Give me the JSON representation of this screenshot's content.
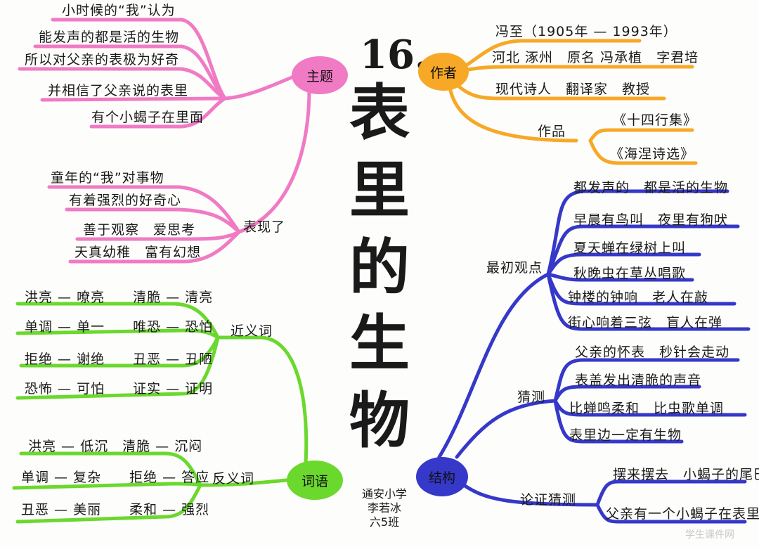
{
  "title": {
    "number": "16.",
    "chars": [
      "表",
      "里",
      "的",
      "生",
      "物"
    ]
  },
  "signature": {
    "school": "通安小学",
    "name": "李若冰",
    "class": "六5班"
  },
  "watermark": "学生课件网",
  "colors": {
    "theme": "#f07ac4",
    "author": "#f7a827",
    "structure": "#3538c9",
    "words": "#6bd82e"
  },
  "theme": {
    "label": "主题",
    "items": [
      "小时候的“我”认为",
      "能发声的都是活的生物",
      "所以对父亲的表极为好奇",
      "并相信了父亲说的表里",
      "有个小蝎子在里面"
    ]
  },
  "expression": {
    "label": "表现了",
    "items": [
      "童年的“我”对事物",
      "有着强烈的好奇心",
      "善于观察　爱思考",
      "天真幼稚　富有幻想"
    ]
  },
  "author": {
    "label": "作者",
    "items": [
      "冯至（1905年 — 1993年）",
      "河北 涿州　原名 冯承植　字君培",
      "现代诗人　翻译家　教授"
    ],
    "works_label": "作品",
    "works": [
      "《十四行集》",
      "《海涅诗选》"
    ]
  },
  "structure": {
    "label": "结构",
    "initial_view": {
      "label": "最初观点",
      "items": [
        "都发声的　都是活的生物",
        "早晨有鸟叫　夜里有狗吠",
        "夏天蝉在绿树上叫",
        "秋晚虫在草丛唱歌",
        "钟楼的钟响　老人在敲",
        "街心响着三弦　盲人在弹"
      ]
    },
    "guess": {
      "label": "猜测",
      "items": [
        "父亲的怀表　秒针会走动",
        "表盖发出清脆的声音",
        "比蝉鸣柔和　比虫歌单调",
        "表里边一定有生物"
      ]
    },
    "proof": {
      "label": "论证猜测",
      "items": [
        "摆来摆去　小蝎子的尾巴",
        "父亲有一个小蝎子在表里"
      ]
    }
  },
  "words": {
    "label": "词语",
    "synonyms": {
      "label": "近义词",
      "items": [
        "洪亮 — 嘹亮　　清脆 — 清亮",
        "单调 — 单一　　唯恐 — 恐怕",
        "拒绝 — 谢绝　　丑恶 — 丑陋",
        "恐怖 — 可怕　　证实 — 证明"
      ]
    },
    "antonyms": {
      "label": "反义词",
      "items": [
        "洪亮 — 低沉　清脆 — 沉闷",
        "单调 — 复杂　　拒绝 — 答应",
        "丑恶 — 美丽　　柔和 — 强烈"
      ]
    }
  }
}
